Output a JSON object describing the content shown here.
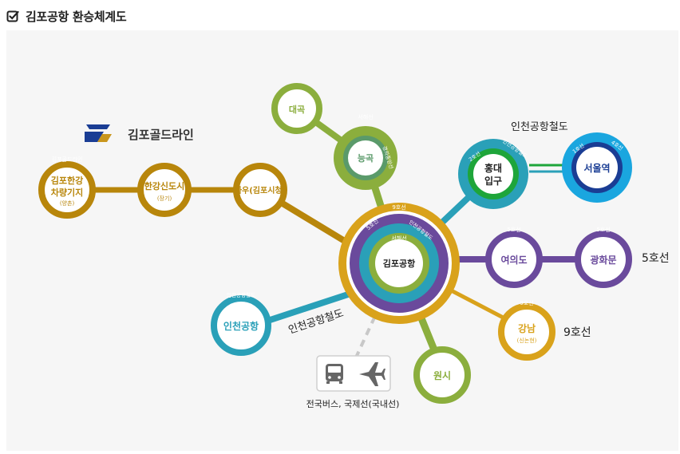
{
  "page": {
    "title": "김포공항 환승체계도"
  },
  "brand": {
    "name": "김포골드라인"
  },
  "colors": {
    "gold": "#b8860b",
    "gold_light": "#c9961c",
    "nine": "#d9a21b",
    "five": "#6a4a9c",
    "airport": "#2aa0b8",
    "seohae": "#8bae3d",
    "gyeongui": "#5a9a6a",
    "line2": "#1ea53a",
    "line1": "#1a3d94",
    "line4": "#1aa6df"
  },
  "stations": {
    "gimpo_hangang": {
      "sub": "김포골드라인",
      "name1": "김포한강",
      "name2": "차량기지",
      "note": "(양촌)"
    },
    "hangang_sindosi": {
      "name": "한강신도시",
      "note": "(장기)"
    },
    "sau": {
      "name": "사우(김포시청)"
    },
    "gimpo_airport": {
      "name": "김포공항"
    },
    "daegok": {
      "name": "대곡"
    },
    "neunggok": {
      "name": "능곡",
      "line1": "서해선",
      "line2": "경의중앙선"
    },
    "hongdae": {
      "name1": "홍대",
      "name2": "입구",
      "line_a": "2호선",
      "line_b": "인천공항철도"
    },
    "seoul": {
      "name": "서울역",
      "line_a": "1호선",
      "line_b": "4호선"
    },
    "yeouido": {
      "name": "여의도",
      "line": "5호선"
    },
    "gwanghwamun": {
      "name": "광화문",
      "line": "5호선"
    },
    "gangnam": {
      "name": "강남",
      "note": "(신논현)",
      "line": "9호선"
    },
    "wonsi": {
      "name": "원시"
    },
    "incheon_airport": {
      "name": "인천공항",
      "line": "인천공항철도"
    }
  },
  "hub_rings": {
    "nine": "9호선",
    "five": "5호선",
    "airport": "인천공항철도",
    "seohae": "서해선"
  },
  "labels": {
    "incheon_rail_top": "인천공항철도",
    "five_line": "5호선",
    "nine_line": "9호선",
    "incheon_rail_diag": "인천공항철도",
    "transport": "전국버스, 국제선(국내선)"
  },
  "icons": {
    "bus": "bus-icon",
    "plane": "airplane-icon",
    "check": "check-square-icon"
  }
}
